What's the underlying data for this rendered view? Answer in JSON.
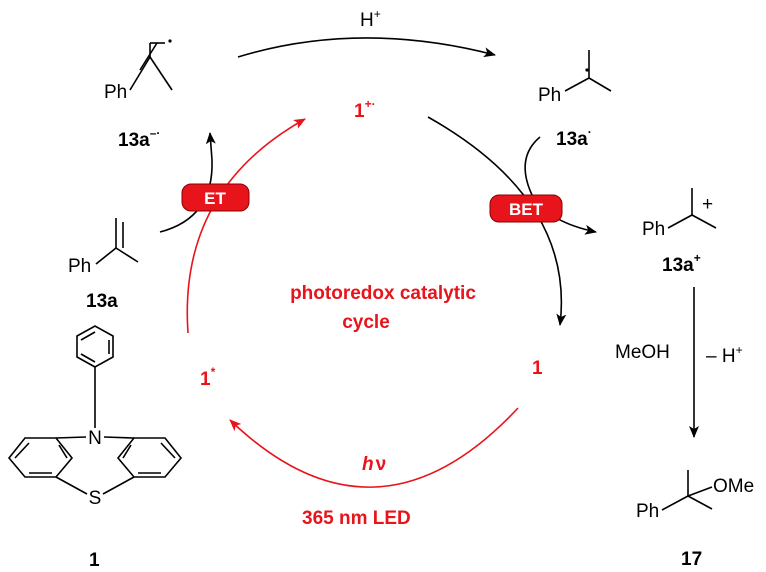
{
  "reagents": {
    "proton_label": "H",
    "proton_charge": "+",
    "methanol_label": "MeOH",
    "minus_proton_label": "– H",
    "minus_proton_charge": "+"
  },
  "compounds": {
    "radical_anion": {
      "ph": "Ph",
      "label_main": "13a",
      "label_charge": "–·"
    },
    "radical": {
      "ph": "Ph",
      "label_main": "13a",
      "label_charge": "·"
    },
    "cation": {
      "ph": "Ph",
      "label_main": "13a",
      "label_charge": "+",
      "plus": "+"
    },
    "alkene": {
      "ph": "Ph",
      "label_main": "13a"
    },
    "product": {
      "ph": "Ph",
      "ome": "OMe",
      "label_main": "17"
    },
    "catalyst": {
      "n": "N",
      "s": "S",
      "label_main": "1"
    }
  },
  "cycle": {
    "title_line1": "photoredox catalytic",
    "title_line2": "cycle",
    "radical_cation_main": "1",
    "radical_cation_charge": "+·",
    "excited_main": "1",
    "excited_star": "*",
    "ground": "1",
    "light_h": "h",
    "light_nu": "ν",
    "led": "365 nm LED"
  },
  "badges": {
    "et": "ET",
    "bet": "BET"
  },
  "colors": {
    "accent_red": "#e8141b",
    "ink": "#000000"
  }
}
